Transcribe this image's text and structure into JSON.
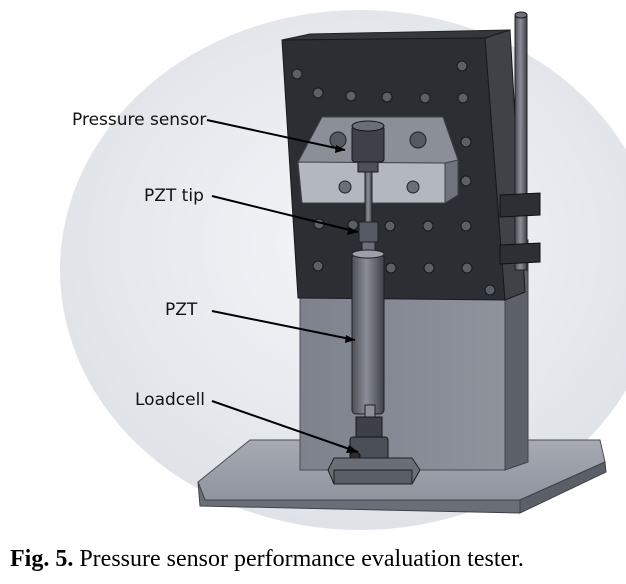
{
  "labels": {
    "pressure_sensor": "Pressure sensor",
    "pzt_tip": "PZT tip",
    "pzt": "PZT",
    "loadcell": "Loadcell"
  },
  "caption": {
    "prefix": "Fig. 5.",
    "text": "Pressure sensor performance evaluation tester."
  }
}
